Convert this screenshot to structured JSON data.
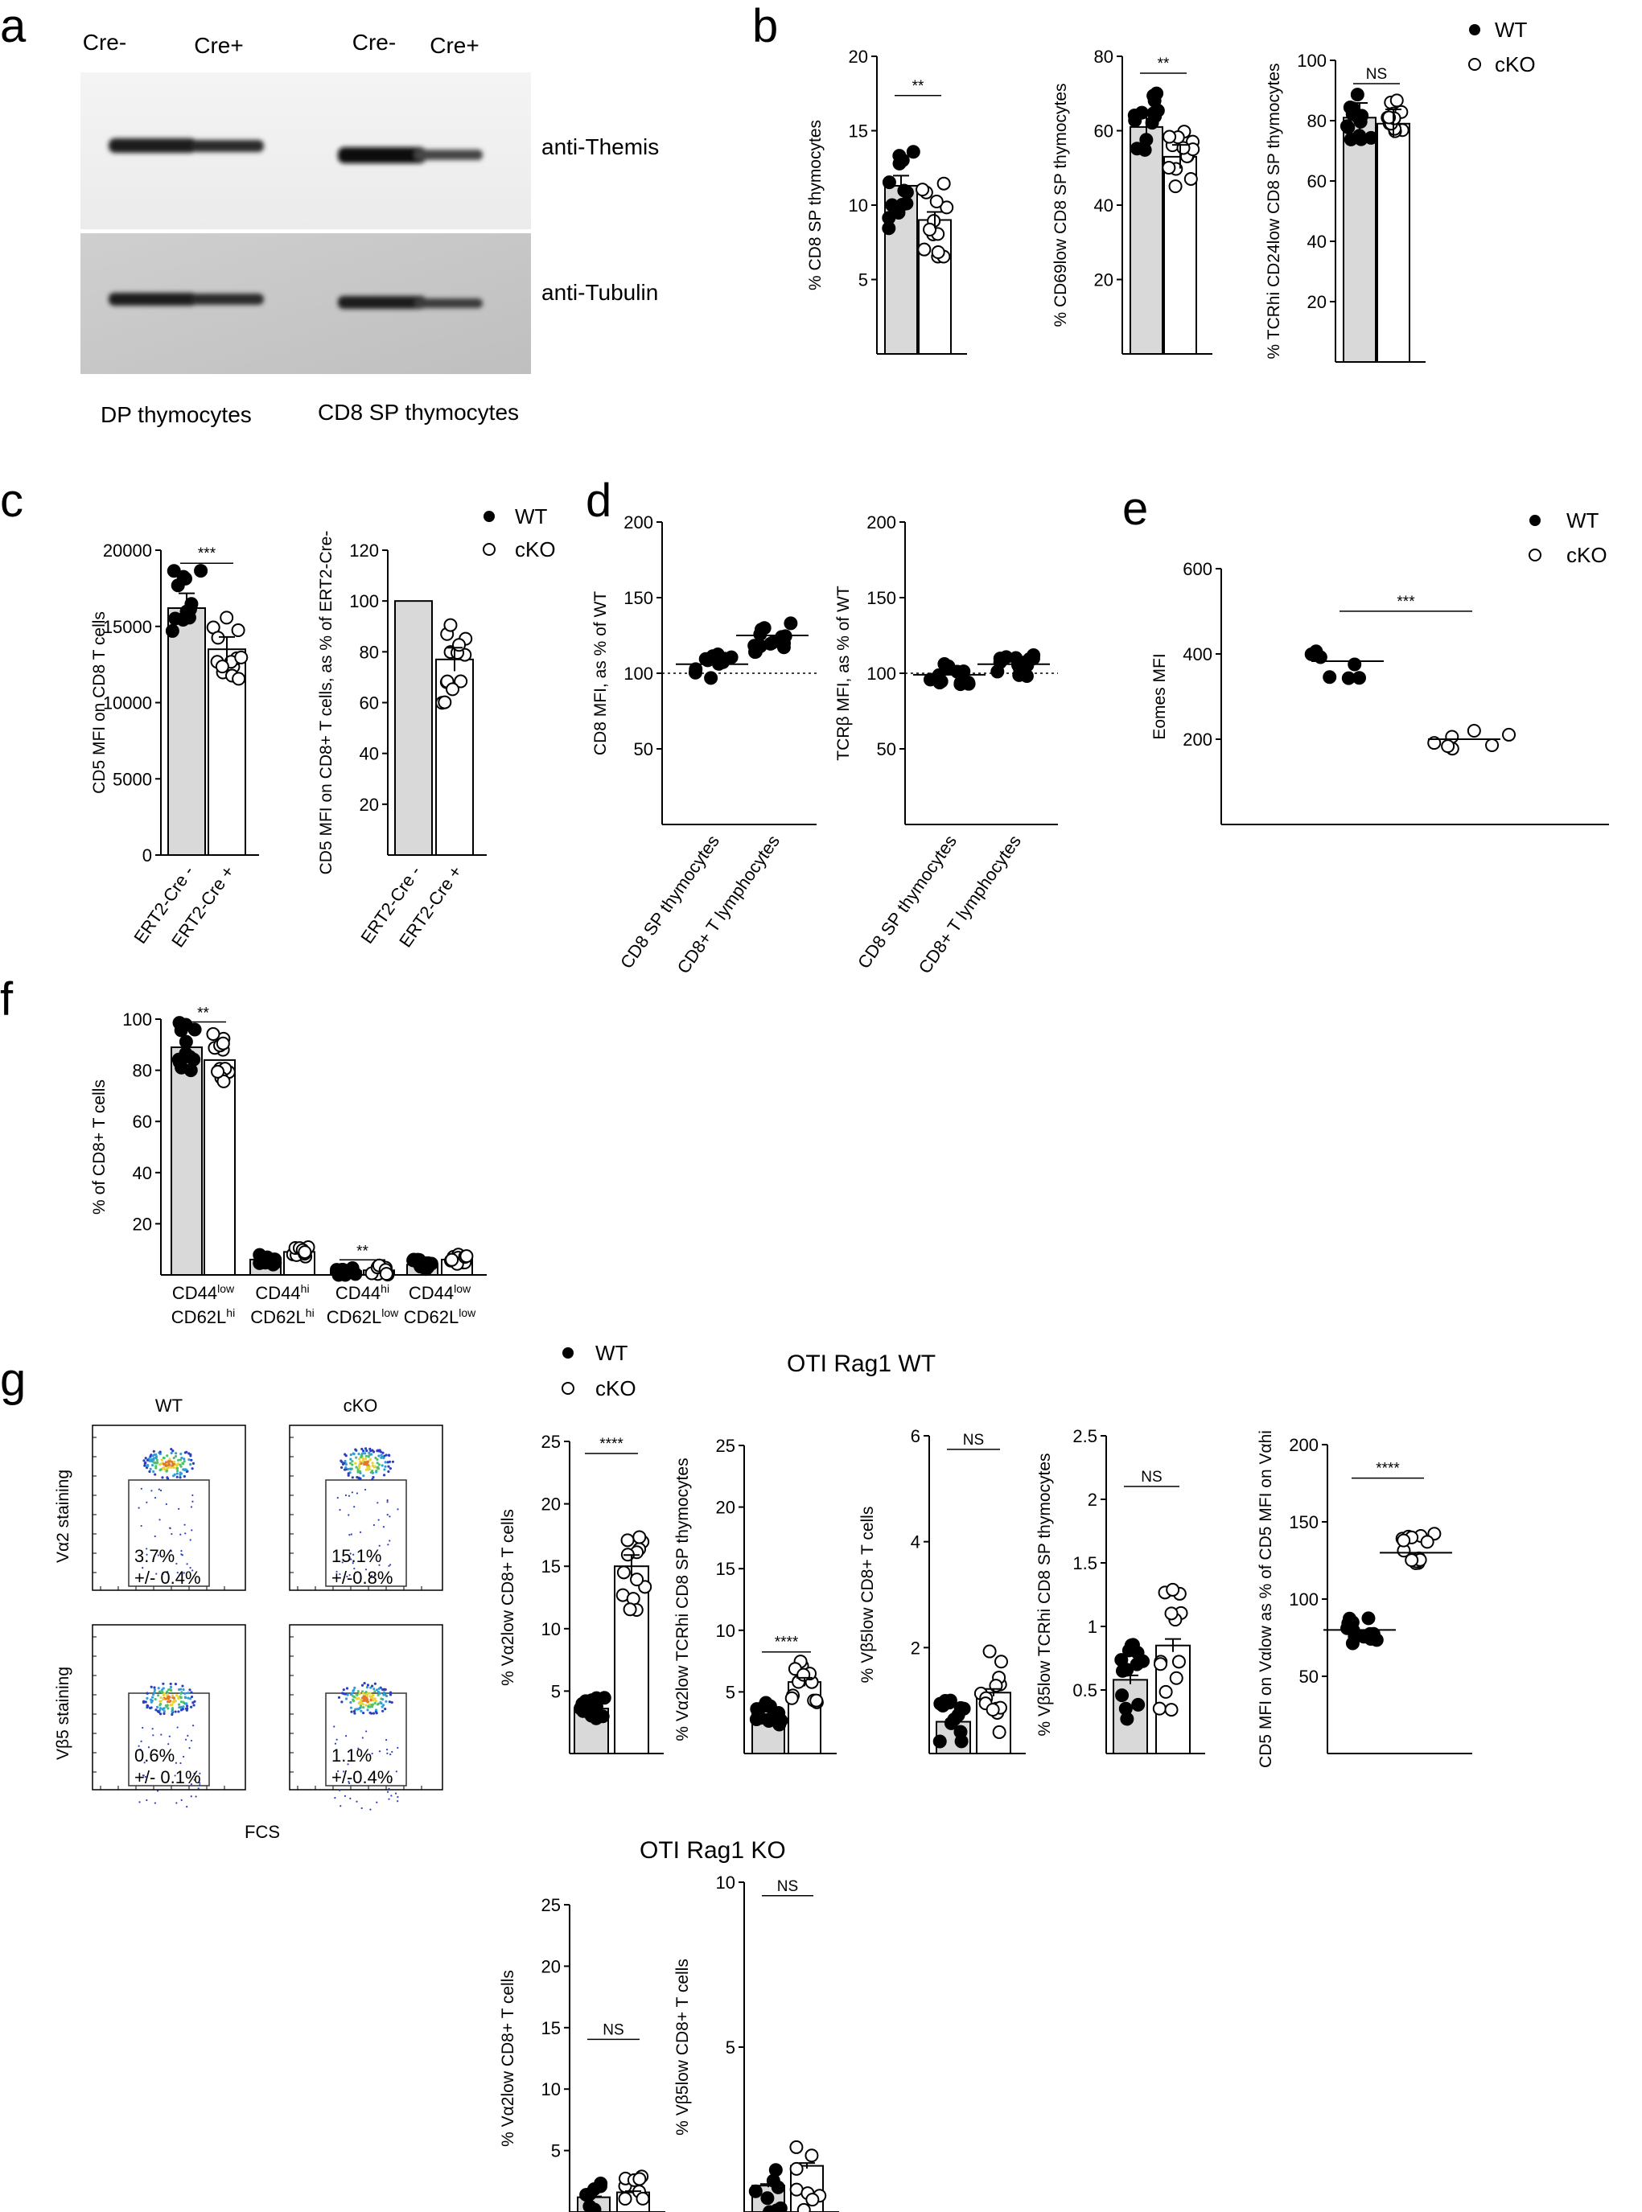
{
  "panels": {
    "a": {
      "letter": "a",
      "lanes": [
        "Cre-",
        "Cre+",
        "Cre-",
        "Cre+"
      ],
      "blots": [
        "anti-Themis",
        "anti-Tubulin"
      ],
      "groups": [
        "DP thymocytes",
        "CD8 SP thymocytes"
      ]
    },
    "b": {
      "letter": "b",
      "legend": [
        "WT",
        "cKO"
      ]
    },
    "c": {
      "letter": "c",
      "legend": [
        "WT",
        "cKO"
      ]
    },
    "d": {
      "letter": "d"
    },
    "e": {
      "letter": "e",
      "legend": [
        "WT",
        "cKO"
      ]
    },
    "f": {
      "letter": "f"
    },
    "g": {
      "letter": "g",
      "legend": [
        "WT",
        "cKO"
      ],
      "title_wt": "OTI Rag1 WT",
      "title_ko": "OTI Rag1 KO",
      "flow": {
        "col_labels": [
          "WT",
          "cKO"
        ],
        "row_labels": [
          "Vα2 staining",
          "Vβ5 staining"
        ],
        "xlabel": "FCS",
        "gates": [
          {
            "pct": "3.7%",
            "sd": "+/- 0.4%"
          },
          {
            "pct": "15.1%",
            "sd": "+/-0.8%"
          },
          {
            "pct": "0.6%",
            "sd": "+/- 0.1%"
          },
          {
            "pct": "1.1%",
            "sd": "+/-0.4%"
          }
        ],
        "dot_colors": [
          "#2b3fbf",
          "#2f9fd8",
          "#4ec26a",
          "#e8d33a",
          "#e07a2a"
        ]
      }
    }
  },
  "colors": {
    "wt_bar": "#d9d9d9",
    "cko_bar": "#ffffff",
    "ink": "#000000"
  },
  "chart_data": [
    {
      "id": "b1",
      "type": "bar",
      "categories": [
        "WT",
        "cKO"
      ],
      "values": [
        11.3,
        9.0
      ],
      "ylabel": "% CD8 SP thymocytes",
      "ylim": [
        0,
        20
      ],
      "ticks": [
        5,
        10,
        15,
        20
      ],
      "significance": "**"
    },
    {
      "id": "b2",
      "type": "bar",
      "categories": [
        "WT",
        "cKO"
      ],
      "values": [
        61,
        53
      ],
      "ylabel": "% CD69low CD8 SP thymocytes",
      "ylim": [
        0,
        80
      ],
      "ticks": [
        20,
        40,
        60,
        80
      ],
      "significance": "**"
    },
    {
      "id": "b3",
      "type": "bar",
      "categories": [
        "WT",
        "cKO"
      ],
      "values": [
        81,
        79
      ],
      "ylabel": "% TCRhi CD24low CD8 SP thymocytes",
      "ylim": [
        0,
        100
      ],
      "ticks": [
        20,
        40,
        60,
        80,
        100
      ],
      "significance": "NS"
    },
    {
      "id": "c1",
      "type": "bar",
      "categories": [
        "ERT2-Cre -",
        "ERT2-Cre +"
      ],
      "values": [
        16200,
        13500
      ],
      "ylabel": "CD5 MFI on CD8 T cells",
      "ylim": [
        0,
        20000
      ],
      "ticks": [
        0,
        5000,
        10000,
        15000,
        20000
      ],
      "significance": "***"
    },
    {
      "id": "c2",
      "type": "bar",
      "categories": [
        "ERT2-Cre -",
        "ERT2-Cre +"
      ],
      "values": [
        100,
        77
      ],
      "ylabel": "CD5 MFI on CD8+ T cells, as % of ERT2-Cre-",
      "ylim": [
        0,
        120
      ],
      "ticks": [
        20,
        40,
        60,
        80,
        100,
        120
      ]
    },
    {
      "id": "d1",
      "type": "scatter",
      "categories": [
        "CD8 SP thymocytes",
        "CD8+ T lymphocytes"
      ],
      "values": [
        106,
        125
      ],
      "ylabel": "CD8 MFI, as % of WT",
      "ylim": [
        0,
        200
      ],
      "ticks": [
        50,
        100,
        150,
        200
      ],
      "reference": 100
    },
    {
      "id": "d2",
      "type": "scatter",
      "categories": [
        "CD8 SP thymocytes",
        "CD8+ T lymphocytes"
      ],
      "values": [
        99,
        106
      ],
      "ylabel": "TCRβ MFI, as % of WT",
      "ylim": [
        0,
        200
      ],
      "ticks": [
        50,
        100,
        150,
        200
      ],
      "reference": 100
    },
    {
      "id": "e",
      "type": "scatter",
      "categories": [
        "WT",
        "cKO"
      ],
      "values": [
        383,
        200
      ],
      "ylabel": "Eomes MFI",
      "ylim": [
        0,
        600
      ],
      "ticks": [
        200,
        400,
        600
      ],
      "significance": "***"
    },
    {
      "id": "f",
      "type": "bar",
      "categories": [
        "CD44low CD62Lhi",
        "CD44hi CD62Lhi",
        "CD44hi CD62Llow",
        "CD44low CD62Llow"
      ],
      "series": [
        {
          "name": "WT",
          "values": [
            89,
            6,
            1.5,
            4
          ]
        },
        {
          "name": "cKO",
          "values": [
            84,
            9,
            1.8,
            6
          ]
        }
      ],
      "ylabel": "% of CD8+ T cells",
      "ylim": [
        0,
        100
      ],
      "ticks": [
        20,
        40,
        60,
        80,
        100
      ]
    },
    {
      "id": "g1",
      "type": "bar",
      "categories": [
        "WT",
        "cKO"
      ],
      "values": [
        3.6,
        15.0
      ],
      "ylabel": "% Vα2low CD8+ T cells",
      "ylim": [
        0,
        25
      ],
      "ticks": [
        5,
        10,
        15,
        20,
        25
      ],
      "significance": "****"
    },
    {
      "id": "g2",
      "type": "bar",
      "categories": [
        "WT",
        "cKO"
      ],
      "values": [
        3.2,
        5.8
      ],
      "ylabel": "% Vα2low TCRhi CD8 SP thymocytes",
      "ylim": [
        0,
        25
      ],
      "ticks": [
        5,
        10,
        15,
        20,
        25
      ],
      "significance": "****"
    },
    {
      "id": "g3",
      "type": "bar",
      "categories": [
        "WT",
        "cKO"
      ],
      "values": [
        0.6,
        1.15
      ],
      "ylabel": "% Vβ5low CD8+ T cells",
      "ylim": [
        0,
        6
      ],
      "ticks": [
        2,
        4,
        6
      ],
      "significance": "NS"
    },
    {
      "id": "g4",
      "type": "bar",
      "categories": [
        "WT",
        "cKO"
      ],
      "values": [
        0.58,
        0.85
      ],
      "ylabel": "% Vβ5low TCRhi CD8 SP thymocytes",
      "ylim": [
        0,
        2.5
      ],
      "ticks": [
        0.5,
        1,
        1.5,
        2,
        2.5
      ],
      "significance": "NS"
    },
    {
      "id": "g5",
      "type": "scatter",
      "categories": [
        "WT",
        "cKO"
      ],
      "values": [
        80,
        130
      ],
      "ylabel": "CD5 MFI on Vαlow as % of CD5 MFI on Vαhi",
      "ylim": [
        0,
        200
      ],
      "ticks": [
        50,
        100,
        150,
        200
      ],
      "significance": "****"
    },
    {
      "id": "g6",
      "type": "bar",
      "categories": [
        "WT",
        "cKO"
      ],
      "values": [
        1.2,
        1.6
      ],
      "ylabel": "% Vα2low CD8+ T cells",
      "ylim": [
        0,
        25
      ],
      "ticks": [
        5,
        10,
        15,
        20,
        25
      ],
      "significance": "NS"
    },
    {
      "id": "g7",
      "type": "bar",
      "categories": [
        "WT",
        "cKO"
      ],
      "values": [
        0.8,
        1.4
      ],
      "ylabel": "% Vβ5low CD8+ T cells",
      "ylim": [
        0,
        10
      ],
      "ticks": [
        5,
        10
      ],
      "significance": "NS"
    }
  ]
}
